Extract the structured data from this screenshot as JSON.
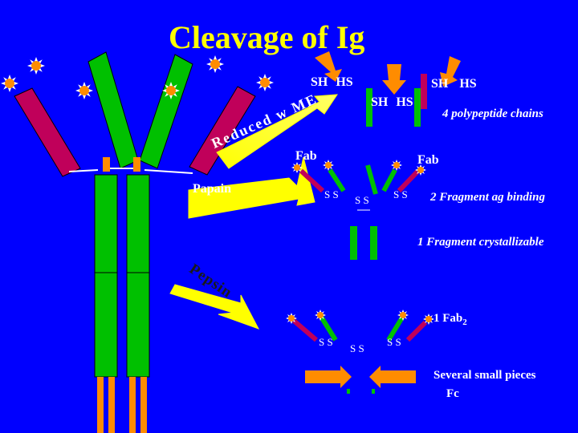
{
  "title": "Cleavage of Ig",
  "labels": {
    "sh_hs_1": "SH HS",
    "sh_hs_2": "SH HS",
    "sh_hs_3": "SH HS",
    "four_chains": "4 polypeptide chains",
    "reduced_me": "Reduced w ME",
    "fab_left": "Fab",
    "fab_right": "Fab",
    "papain": "Papain",
    "ss_a": "S S",
    "ss_b": "S S",
    "ss_c": "S S",
    "two_fragment": "2 Fragment ag binding",
    "one_fragment": "1 Fragment crystallizable",
    "pepsin": "Pepsin",
    "fab2_prefix": "1 Fab",
    "fab2_sub": "2",
    "ss_d": "S S",
    "ss_e": "S S",
    "ss_f": "S S",
    "several": "Several small pieces",
    "fc": "Fc"
  },
  "colors": {
    "background": "#0000ff",
    "heavy_chain": "#00c000",
    "light_chain": "#c0005a",
    "hinge": "#ff8c00",
    "arrow": "#ffff00",
    "title": "#ffff00",
    "text": "#ffffff",
    "antigen": "#ff8c00"
  }
}
